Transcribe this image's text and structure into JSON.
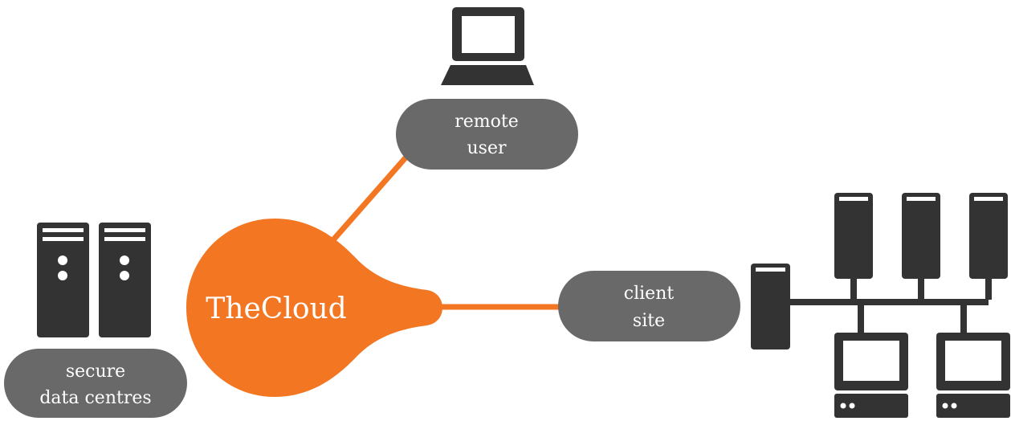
{
  "colors": {
    "accent": "#f37622",
    "node_pill": "#696969",
    "icon_dark": "#333333",
    "text_on_dark": "#ffffff"
  },
  "cloud": {
    "label": "TheCloud"
  },
  "nodes": {
    "remote_user": {
      "line1": "remote",
      "line2": "user",
      "icon": "laptop-icon"
    },
    "client_site": {
      "line1": "client",
      "line2": "site",
      "icon": "network-icon"
    },
    "data_centres": {
      "line1": "secure",
      "line2": "data centres",
      "icon": "server-tower-icon"
    }
  }
}
